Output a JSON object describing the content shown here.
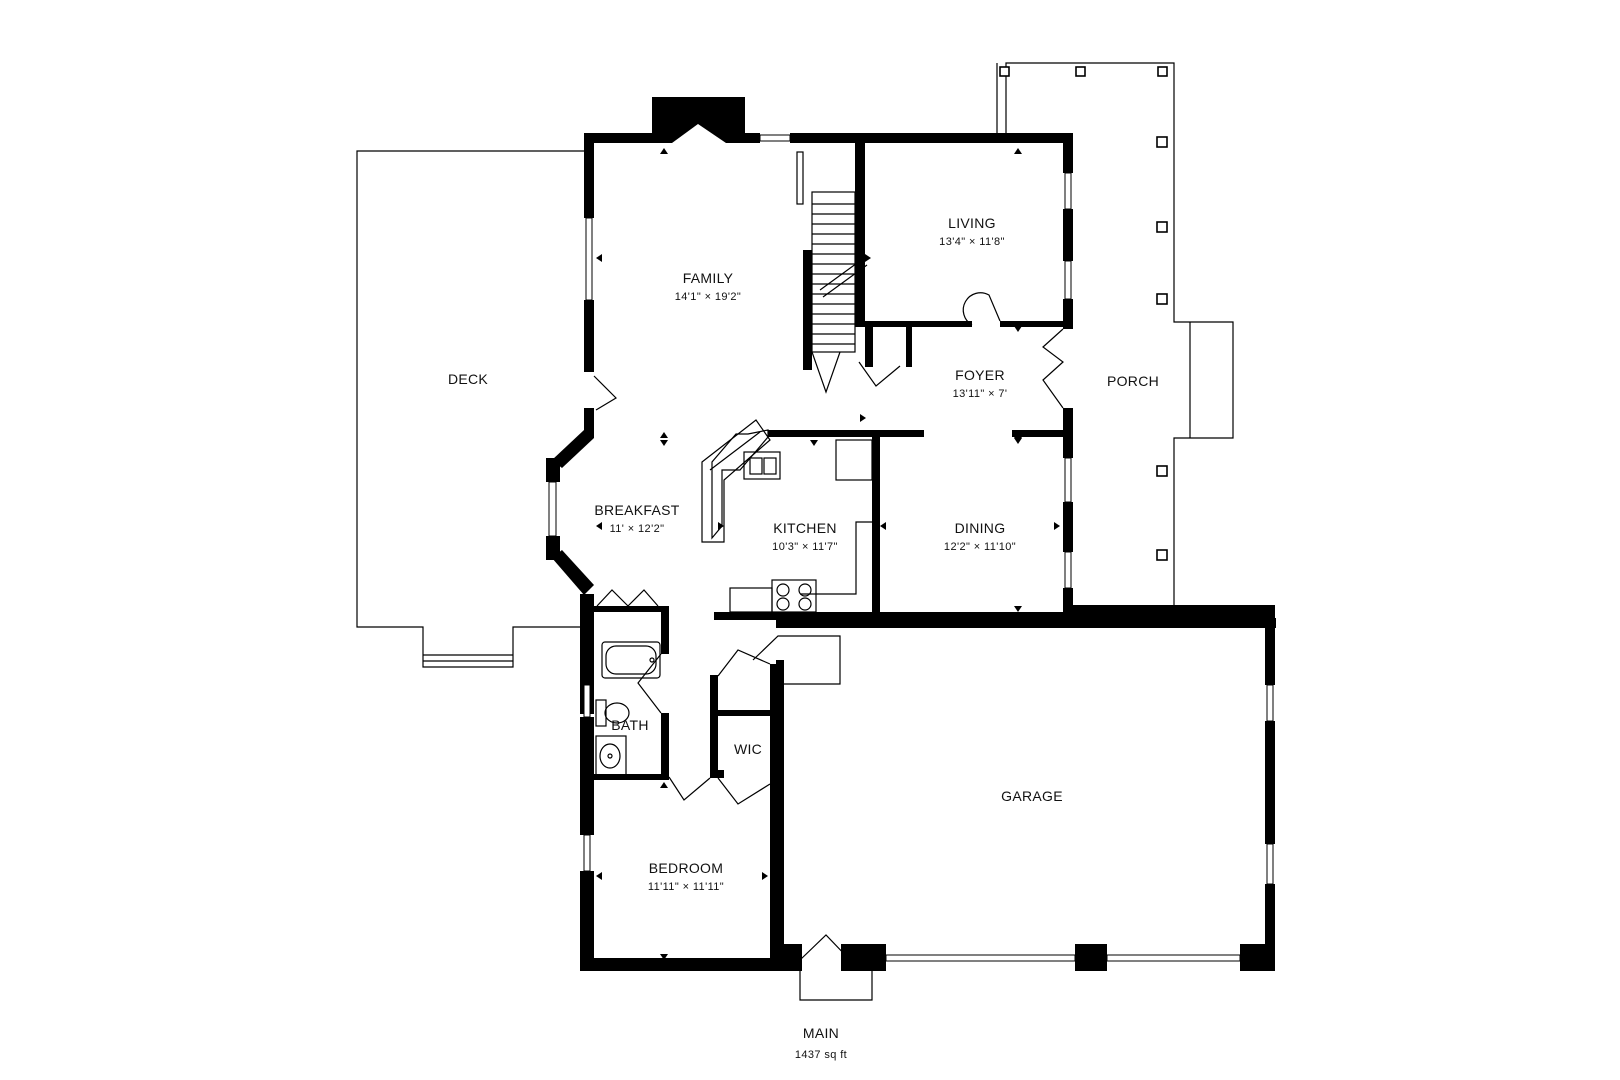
{
  "floor": {
    "name": "MAIN",
    "area": "1437 sq ft"
  },
  "rooms": {
    "deck": {
      "name": "DECK"
    },
    "family": {
      "name": "FAMILY",
      "dims": "14'1\" × 19'2\""
    },
    "living": {
      "name": "LIVING",
      "dims": "13'4\" × 11'8\""
    },
    "foyer": {
      "name": "FOYER",
      "dims": "13'11\" × 7'"
    },
    "porch": {
      "name": "PORCH"
    },
    "breakfast": {
      "name": "BREAKFAST",
      "dims": "11' × 12'2\""
    },
    "kitchen": {
      "name": "KITCHEN",
      "dims": "10'3\" × 11'7\""
    },
    "dining": {
      "name": "DINING",
      "dims": "12'2\" × 11'10\""
    },
    "bath": {
      "name": "BATH"
    },
    "wic": {
      "name": "WIC"
    },
    "garage": {
      "name": "GARAGE"
    },
    "bedroom": {
      "name": "BEDROOM",
      "dims": "11'11\" × 11'11\""
    }
  }
}
